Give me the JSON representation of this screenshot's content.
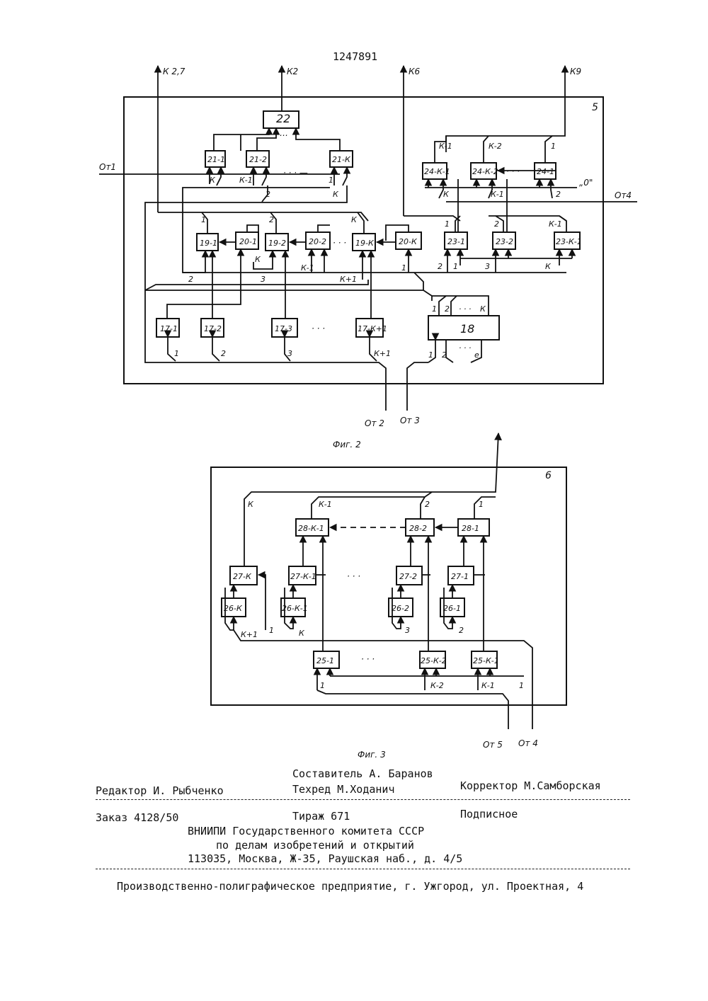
{
  "patent_number": "1247891",
  "fig2": {
    "caption": "Фиг. 2",
    "frame_label": "5",
    "outputs": [
      "К 2,7",
      "К2",
      "К6",
      "К9"
    ],
    "inputs": [
      "От1",
      "От4",
      "От 2",
      "От 3"
    ],
    "zero_label": "„0\"",
    "blocks": {
      "b22": "22",
      "b21": [
        "21-1",
        "21-2",
        "21-К"
      ],
      "b24": [
        "24-К-1",
        "24-К-2",
        "24-1"
      ],
      "b19": [
        "19-1",
        "19-2",
        "19-К"
      ],
      "b20": [
        "20-1",
        "20-2",
        "20-К"
      ],
      "b23": [
        "23-1",
        "23-2",
        "23-К-1"
      ],
      "b17": [
        "17-1",
        "17-2",
        "17-3",
        "17-К+1"
      ],
      "b18": "18"
    },
    "pins": {
      "p21_in": [
        "К",
        "К-1",
        "1"
      ],
      "p21_top_k": "К",
      "p24_top": [
        "К-1",
        "К-2",
        "1"
      ],
      "p24_in": [
        "К",
        "К-1",
        "2"
      ],
      "p19_top": [
        "1",
        "2",
        "К"
      ],
      "p20_in": [
        "К",
        "К-1"
      ],
      "p19_bottom": [
        "2",
        "3",
        "К+1",
        "1"
      ],
      "p23_top": [
        "1",
        "2",
        "К-1"
      ],
      "p23_bottom": [
        "2",
        "1",
        "3",
        "К"
      ],
      "p18_top": [
        "1",
        "2",
        "К"
      ],
      "p18_bottom": [
        "1",
        "2",
        "е"
      ],
      "p17_bottom": [
        "1",
        "2",
        "3",
        "К+1"
      ]
    }
  },
  "fig3": {
    "caption": "Фиг. 3",
    "frame_label": "6",
    "inputs": [
      "От 5",
      "От 4"
    ],
    "blocks": {
      "b28": [
        "28-К-1",
        "28-2",
        "28-1"
      ],
      "b27": [
        "27-К",
        "27-К-1",
        "27-2",
        "27-1"
      ],
      "b26": [
        "26-К",
        "26-К-1",
        "26-2",
        "26-1"
      ],
      "b25": [
        "25-1",
        "25-К-2",
        "25-К-1"
      ]
    },
    "pins": {
      "p_top": [
        "К",
        "К-1",
        "2",
        "1"
      ],
      "p26_in": [
        "К+1",
        "К",
        "3",
        "2"
      ],
      "p_one": "1",
      "p25_in": [
        "1",
        "К-2",
        "К-1",
        "1"
      ]
    }
  },
  "footer": {
    "compiler": "Составитель А. Баранов",
    "editor": "Редактор И. Рыбченко",
    "techred": "Техред М.Ходанич",
    "corrector": "Корректор М.Самборская",
    "order": "Заказ 4128/50",
    "circulation": "Тираж 671",
    "subscription": "Подписное",
    "org_line1": "ВНИИПИ Государственного комитета СССР",
    "org_line2": "по делам изобретений и открытий",
    "org_line3": "113035, Москва, Ж-35, Раушская наб., д. 4/5",
    "printer": "Производственно-полиграфическое предприятие, г. Ужгород, ул. Проектная, 4"
  }
}
